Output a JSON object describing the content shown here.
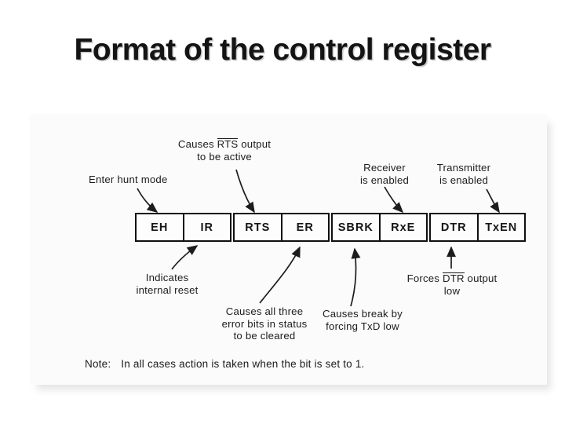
{
  "slide": {
    "title": "Format of the control register"
  },
  "figure": {
    "register": {
      "bits": [
        "EH",
        "IR",
        "RTS",
        "ER",
        "SBRK",
        "RxE",
        "DTR",
        "TxEN"
      ]
    },
    "annotations": {
      "rts": {
        "pre": "Causes ",
        "overline": "RTS",
        "post": " output",
        "line2": "to be active"
      },
      "enter_hunt": {
        "text": "Enter hunt mode"
      },
      "receiver": {
        "line1": "Receiver",
        "line2": "is enabled"
      },
      "transmitter": {
        "line1": "Transmitter",
        "line2": "is enabled"
      },
      "internal_reset": {
        "line1": "Indicates",
        "line2": "internal reset"
      },
      "error_bits": {
        "line1": "Causes all three",
        "line2": "error bits in status",
        "line3": "to be cleared"
      },
      "break_bit": {
        "line1": "Causes break by",
        "line2": "forcing TxD low"
      },
      "dtr": {
        "pre": "Forces ",
        "overline": "DTR",
        "post": " output",
        "line2": "low"
      }
    },
    "note": {
      "label": "Note:",
      "text": "In all cases action is taken when the bit is set to 1."
    }
  },
  "colors": {
    "ink": "#1c1c1c",
    "paper": "#fbfbfb",
    "slide_background": "#ffffff"
  }
}
